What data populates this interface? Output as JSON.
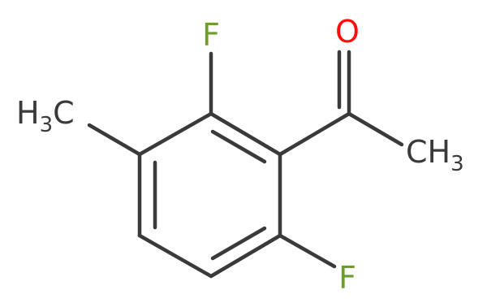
{
  "molecule": {
    "labels": {
      "f_top": "F",
      "f_bottom": "F",
      "oxygen": "O",
      "methyl_left_h": "H",
      "methyl_left_sub": "3",
      "methyl_left_c": "C",
      "methyl_right_ch": "CH",
      "methyl_right_sub": "3"
    },
    "colors": {
      "fluorine": "#6b9e2f",
      "oxygen": "#ff0d0d",
      "carbon": "#3a3a3a"
    }
  }
}
